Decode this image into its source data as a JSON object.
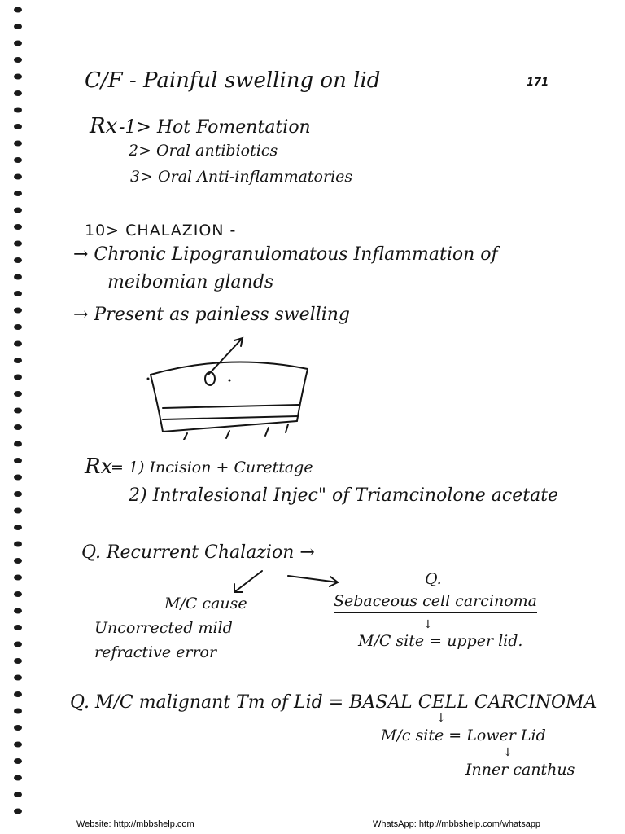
{
  "page_number": "171",
  "cf_line": "C/F - Painful swelling on lid",
  "rx1": {
    "label": "Rx",
    "items": [
      "-1> Hot Fomentation",
      "2> Oral antibiotics",
      "3> Oral Anti-inflammatories"
    ]
  },
  "chalazion": {
    "heading": "10> CHALAZION -",
    "point1_line1": "→ Chronic Lipogranulomatous Inflammation of",
    "point1_line2": "meibomian glands",
    "point2": "→ Present as painless swelling"
  },
  "rx2": {
    "label": "Rx",
    "item1": "= 1) Incision + Curettage",
    "item2": "2) Intralesional Injec\" of Triamcinolone acetate"
  },
  "q1": {
    "question": "Q. Recurrent Chalazion →",
    "left_heading": "M/C cause",
    "left_line1": "Uncorrected mild",
    "left_line2": "refractive error",
    "q_mark": "Q.",
    "right_heading": "Sebaceous cell carcinoma",
    "right_site": "M/C site = upper lid."
  },
  "q2": {
    "question": "Q. M/C malignant Tm of Lid = BASAL CELL CARCINOMA",
    "site": "M/c site = Lower Lid",
    "sub_site": "Inner canthus"
  },
  "footer": {
    "website": "Website: http://mbbshelp.com",
    "whatsapp": "WhatsApp: http://mbbshelp.com/whatsapp"
  }
}
